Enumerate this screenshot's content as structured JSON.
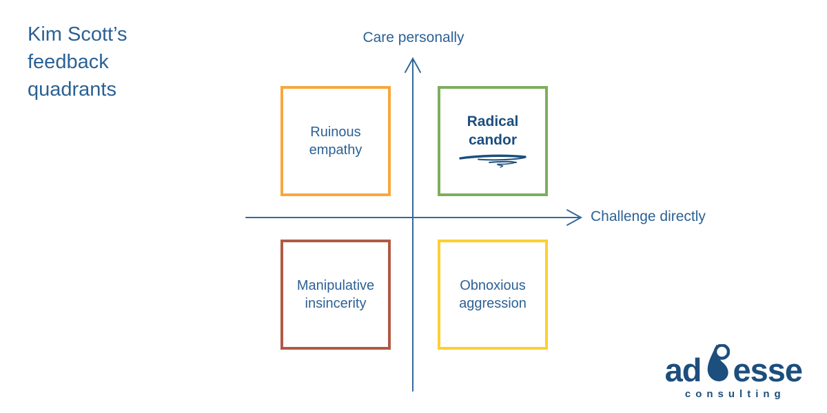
{
  "colors": {
    "text": "#2B6195",
    "navy": "#1C4E7E",
    "axis": "#33689A"
  },
  "title": {
    "label": "Kim Scott’s feedback quadrants",
    "lines": [
      "Kim Scott’s",
      "feedback",
      "quadrants"
    ]
  },
  "axes": {
    "y_label": "Care personally",
    "x_label": "Challenge directly"
  },
  "quadrants": [
    {
      "label": "Ruinous empathy",
      "lines": [
        "Ruinous",
        "empathy"
      ],
      "border_color": "#F8A73C",
      "emphasis": false
    },
    {
      "label": "Radical candor",
      "lines": [
        "Radical",
        "candor"
      ],
      "border_color": "#7DAE5D",
      "emphasis": true
    },
    {
      "label": "Manipulative insincerity",
      "lines": [
        "Manipulative",
        "insincerity"
      ],
      "border_color": "#B05A44",
      "emphasis": false
    },
    {
      "label": "Obnoxious aggression",
      "lines": [
        "Obnoxious",
        "aggression"
      ],
      "border_color": "#FDCF30",
      "emphasis": false
    }
  ],
  "logo": {
    "word_left": "ad",
    "word_right": "esse",
    "subtext": "consulting"
  }
}
